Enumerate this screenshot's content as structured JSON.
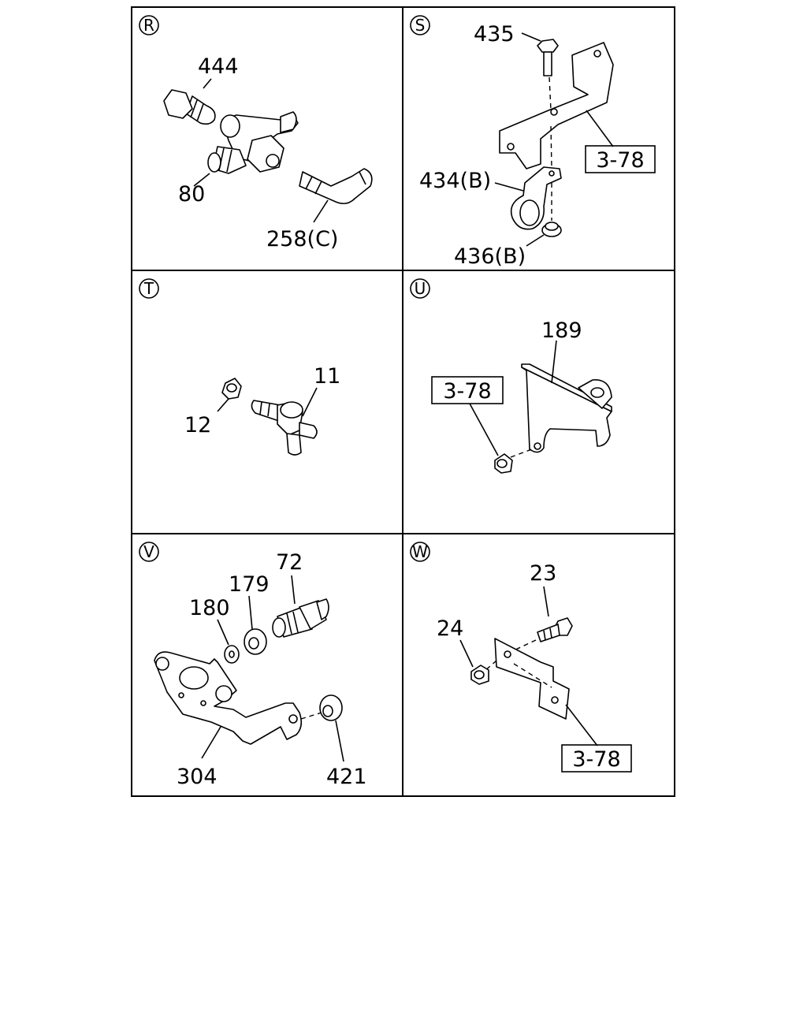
{
  "sections": [
    {
      "id": "R",
      "callouts": [
        "444",
        "80",
        "258(C)"
      ]
    },
    {
      "id": "S",
      "callouts": [
        "435",
        "434(B)",
        "436(B)"
      ],
      "refs": [
        "3-78"
      ]
    },
    {
      "id": "T",
      "callouts": [
        "11",
        "12"
      ]
    },
    {
      "id": "U",
      "callouts": [
        "189"
      ],
      "refs": [
        "3-78"
      ]
    },
    {
      "id": "V",
      "callouts": [
        "72",
        "179",
        "180",
        "304",
        "421"
      ]
    },
    {
      "id": "W",
      "callouts": [
        "23",
        "24"
      ],
      "refs": [
        "3-78"
      ]
    }
  ]
}
